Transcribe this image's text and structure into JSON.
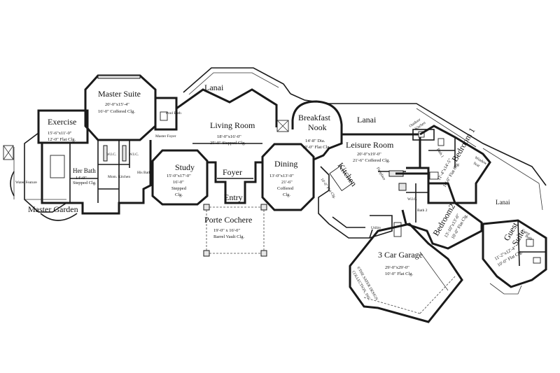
{
  "rooms": {
    "lanai_left": {
      "name": "Lanai"
    },
    "master_suite": {
      "name": "Master Suite",
      "dims": "20'-0\"x15'-4\"",
      "ceiling": "16'-0\" Coffered Clg."
    },
    "exercise": {
      "name": "Exercise",
      "dims": "15'-6\"x11'-0\"",
      "ceiling": "12'-0\" Flat Clg."
    },
    "pool_bath": {
      "name": "Pool Bath"
    },
    "master_foyer": {
      "name": "Master Foyer"
    },
    "wic_1": {
      "name": "W.I.C."
    },
    "wic_2": {
      "name": "W.I.C."
    },
    "her_bath": {
      "name": "Her Bath",
      "dims": "14'-0\"",
      "ceiling": "Stepped Clg."
    },
    "mom_kitchen": {
      "name": "Mom. Kitchen"
    },
    "his_bath": {
      "name": "His Bath"
    },
    "water_feature": {
      "name": "Water Feature"
    },
    "master_garden": {
      "name": "Master Garden"
    },
    "living_room": {
      "name": "Living Room",
      "dims": "18'-0\"x16'-0\"",
      "ceiling": "25'-0\" Stepped Clg."
    },
    "study": {
      "name": "Study",
      "dims": "15'-0\"x17'-0\"",
      "ceiling": "16'-0\"",
      "ceiling2": "Stepped",
      "ceiling3": "Clg."
    },
    "foyer": {
      "name": "Foyer"
    },
    "entry": {
      "name": "Entry"
    },
    "porte_cochere": {
      "name": "Porte Cochere",
      "dims": "19'-0\" x 16'-0\"",
      "ceiling": "Barrel Vault Clg."
    },
    "dining": {
      "name": "Dining",
      "dims": "13'-0\"x13'-0\"",
      "ceiling": "21'-6\"",
      "ceiling2": "Coffered",
      "ceiling3": "Clg."
    },
    "breakfast_nook": {
      "name": "Breakfast",
      "name2": "Nook",
      "dims": "14'-8\" Dia.",
      "ceiling": "10'-0\" Flat Clg."
    },
    "kitchen": {
      "name": "Kitchen",
      "ceiling": "10'-0\" Flat Clg."
    },
    "lanai_right": {
      "name": "Lanai"
    },
    "leisure_room": {
      "name": "Leisure Room",
      "dims": "20'-0\"x19'-0\"",
      "ceiling": "21'-6\" Coffered Clg."
    },
    "outdoor_kitchen": {
      "name": "Outdoor",
      "name2": "Kitchen"
    },
    "bath_1": {
      "name": "Bath 1"
    },
    "window_seat": {
      "name": "Window",
      "name2": "Seat"
    },
    "bedroom_1": {
      "name": "Bedroom 1",
      "dims": "11'-4\"x14'-5\"",
      "ceiling": "10'-0\" Flat Clg."
    },
    "fireplace": {
      "name": "Fireplace"
    },
    "wic_3": {
      "name": "W.I.C."
    },
    "bath_2": {
      "name": "Bath 2"
    },
    "bedroom_2": {
      "name": "Bedroom2",
      "dims": "13'-10\"x13'-0\"",
      "ceiling": "10'-0\" Flat Clg."
    },
    "utility": {
      "name": "Utility"
    },
    "lanai_far": {
      "name": "Lanai"
    },
    "guest_bath": {
      "name": "Guest",
      "name2": "Bath"
    },
    "guest_suite": {
      "name": "Guest",
      "name2": "Suite",
      "dims": "11'-2\"x12'-4\"",
      "ceiling": "10'-0\" Flat Clg."
    },
    "garage": {
      "name": "3 Car Garage",
      "dims": "29'-0\"x29'-0\"",
      "ceiling": "10'-0\" Flat Clg."
    }
  },
  "copyright": {
    "line1": "©THE SATER DESIGN",
    "line2": "COLLECTION, INC."
  },
  "colors": {
    "line": "#1a1a1a",
    "background": "#ffffff"
  }
}
